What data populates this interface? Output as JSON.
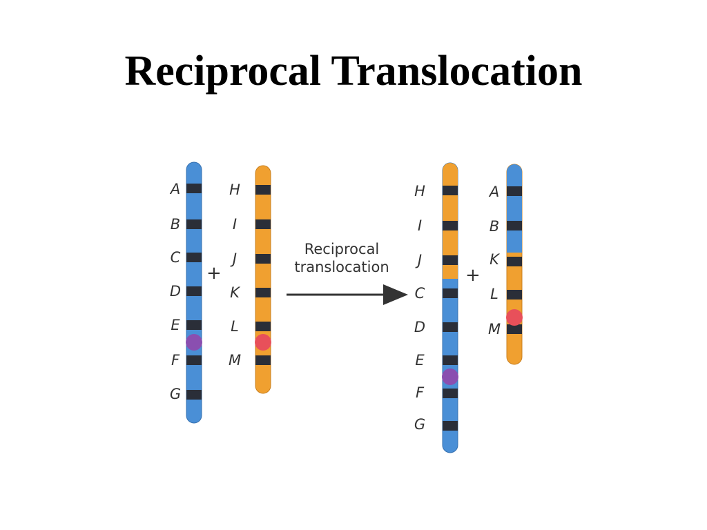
{
  "title": "Reciprocal Translocation",
  "arrow_label_line1": "Reciprocal",
  "arrow_label_line2": "translocation",
  "plus_symbol": "+",
  "colors": {
    "blue": "#4a8fd6",
    "orange": "#f0a030",
    "band": "#2a2e38",
    "centromere_blue": "#8a4fb0",
    "centromere_orange": "#e8505a"
  },
  "before": {
    "chromosome_1_genes": [
      "A",
      "B",
      "C",
      "D",
      "E",
      "F",
      "G"
    ],
    "chromosome_2_genes": [
      "H",
      "I",
      "J",
      "K",
      "L",
      "M"
    ]
  },
  "after": {
    "chromosome_1_genes": [
      "H",
      "I",
      "J",
      "C",
      "D",
      "E",
      "F",
      "G"
    ],
    "chromosome_2_genes": [
      "A",
      "B",
      "K",
      "L",
      "M"
    ]
  }
}
